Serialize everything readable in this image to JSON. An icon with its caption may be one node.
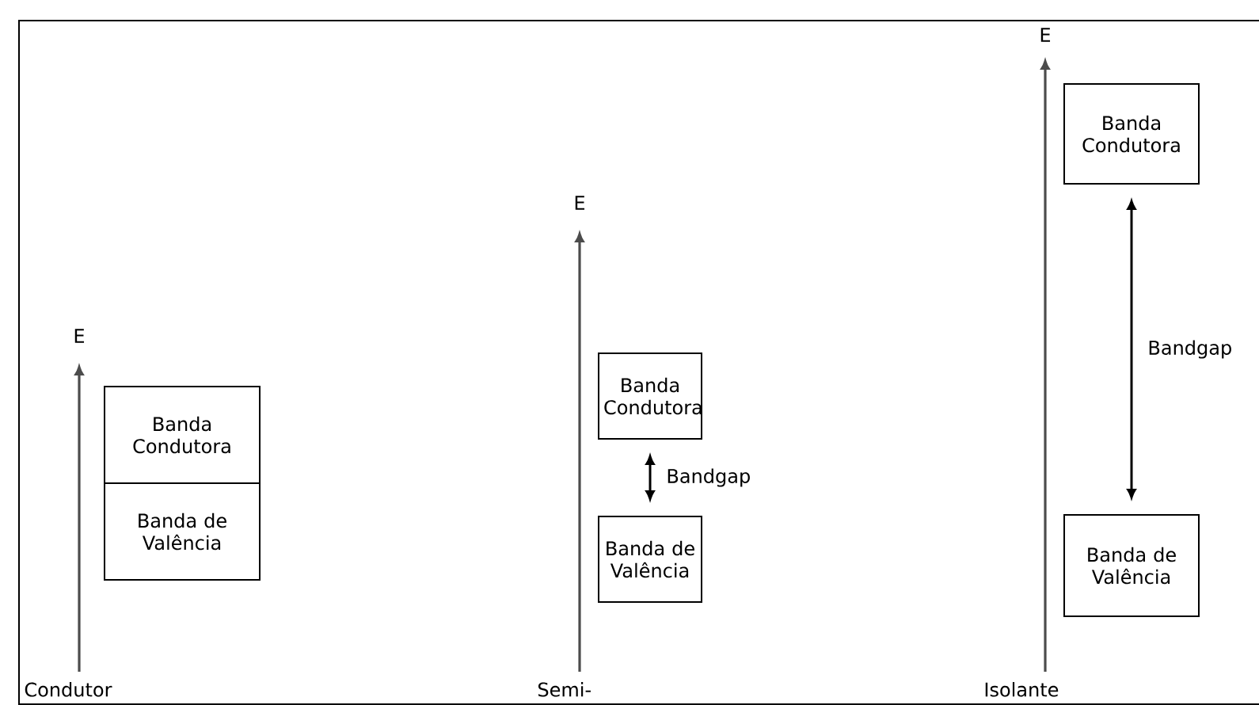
{
  "diagram": {
    "nodes": [
      {
        "text": [
          "Banda Condutora"
        ]
      },
      {
        "text": [
          "Banda de Valência"
        ]
      },
      {
        "text": [
          "Banda Condutora"
        ]
      },
      {
        "text": [
          "Banda de Valência"
        ]
      },
      {
        "text": [
          "Banda Condutora"
        ]
      },
      {
        "text": [
          "Banda de Valência"
        ]
      }
    ],
    "edges": [
      {
        "from": 2,
        "to": 3,
        "arrow": "both",
        "label": "Bandgap"
      },
      {
        "from": 4,
        "to": 5,
        "arrow": "both",
        "label": "Bandgap"
      }
    ],
    "labels": [
      "E",
      "E",
      "E",
      "Condutor",
      "Semi-",
      "Isolante"
    ]
  }
}
